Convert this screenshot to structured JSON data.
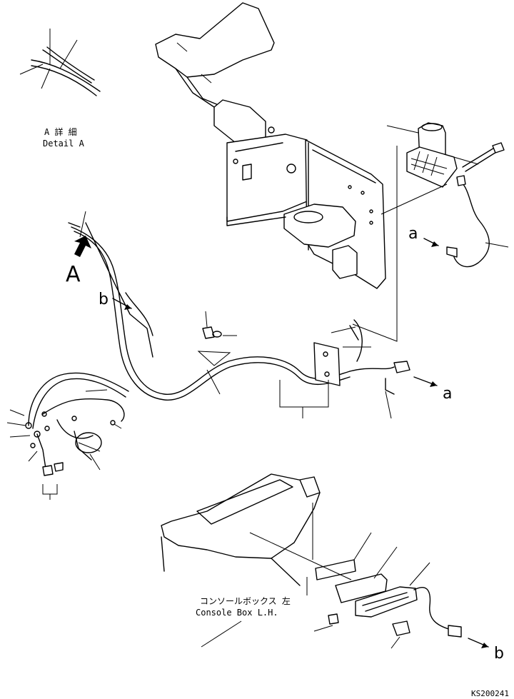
{
  "detail_label_jp": "A 詳 細",
  "detail_label_en": "Detail A",
  "view_arrow_letter": "A",
  "marker_a_left": "a",
  "marker_a_right": "a",
  "marker_b_left": "b",
  "marker_b_right": "b",
  "console_label_jp": "コンソールボックス 左",
  "console_label_en": "Console Box L.H.",
  "drawing_code": "KS200241"
}
